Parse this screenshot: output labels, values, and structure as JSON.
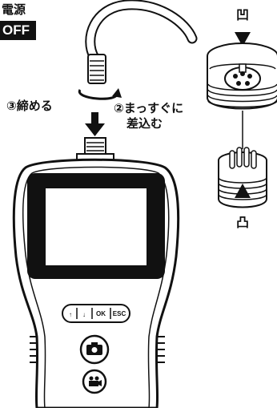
{
  "power": {
    "label": "電源",
    "state": "OFF"
  },
  "steps": {
    "tighten": "③締める",
    "insert_line1": "②まっすぐに",
    "insert_line2": "差込む"
  },
  "buttons": {
    "up": "↑",
    "down": "↓",
    "ok": "OK",
    "esc": "ESC"
  },
  "alignment_marks": {
    "top_socket": "凹",
    "bottom_plug": "凸"
  },
  "icons": [
    "camera-icon",
    "video-icon",
    "rotate-arrow-icon",
    "down-arrow-icon",
    "up-triangle-icon",
    "down-triangle-icon"
  ]
}
